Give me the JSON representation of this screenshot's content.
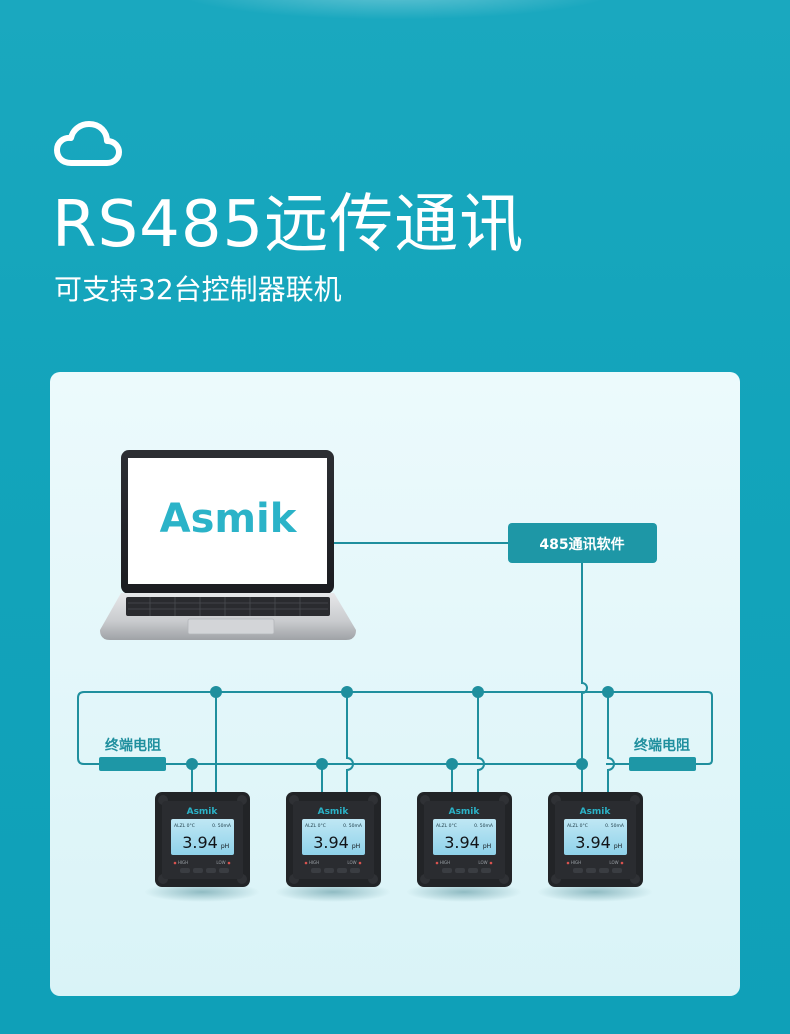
{
  "header": {
    "icon": "cloud-icon",
    "title": "RS485远传通讯",
    "subtitle": "可支持32台控制器联机"
  },
  "laptop": {
    "brand": "Asmik"
  },
  "software_box": {
    "label": "485通讯软件"
  },
  "terminators": [
    {
      "label": "终端电阻"
    },
    {
      "label": "终端电阻"
    }
  ],
  "controllers": [
    {
      "brand": "Asmik",
      "status_left": "ALZL 0°C",
      "status_right": "0. 50mA",
      "value": "3.94",
      "unit": "pH",
      "btn_left": "HIGH",
      "btn_right": "LOW"
    },
    {
      "brand": "Asmik",
      "status_left": "ALZL 0°C",
      "status_right": "0. 50mA",
      "value": "3.94",
      "unit": "pH",
      "btn_left": "HIGH",
      "btn_right": "LOW"
    },
    {
      "brand": "Asmik",
      "status_left": "ALZL 0°C",
      "status_right": "0. 50mA",
      "value": "3.94",
      "unit": "pH",
      "btn_left": "HIGH",
      "btn_right": "LOW"
    },
    {
      "brand": "Asmik",
      "status_left": "ALZL 0°C",
      "status_right": "0. 50mA",
      "value": "3.94",
      "unit": "pH",
      "btn_left": "HIGH",
      "btn_right": "LOW"
    }
  ],
  "colors": {
    "background": "#13a4bb",
    "line": "#1f8f9e",
    "box": "#1e97a6",
    "brand_text": "#2bb3c8",
    "device_body": "#222427"
  }
}
